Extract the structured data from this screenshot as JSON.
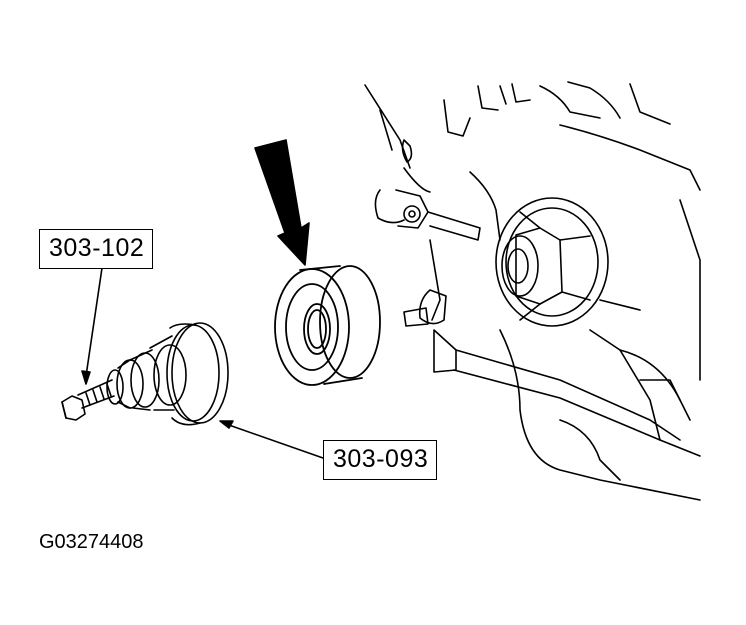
{
  "figure": {
    "figure_id": "G03274408",
    "callouts": [
      {
        "key": "special_tool_remover",
        "text": "303-102"
      },
      {
        "key": "special_tool_installer",
        "text": "303-093"
      }
    ]
  },
  "colors": {
    "line": "#000000",
    "background": "#ffffff"
  }
}
